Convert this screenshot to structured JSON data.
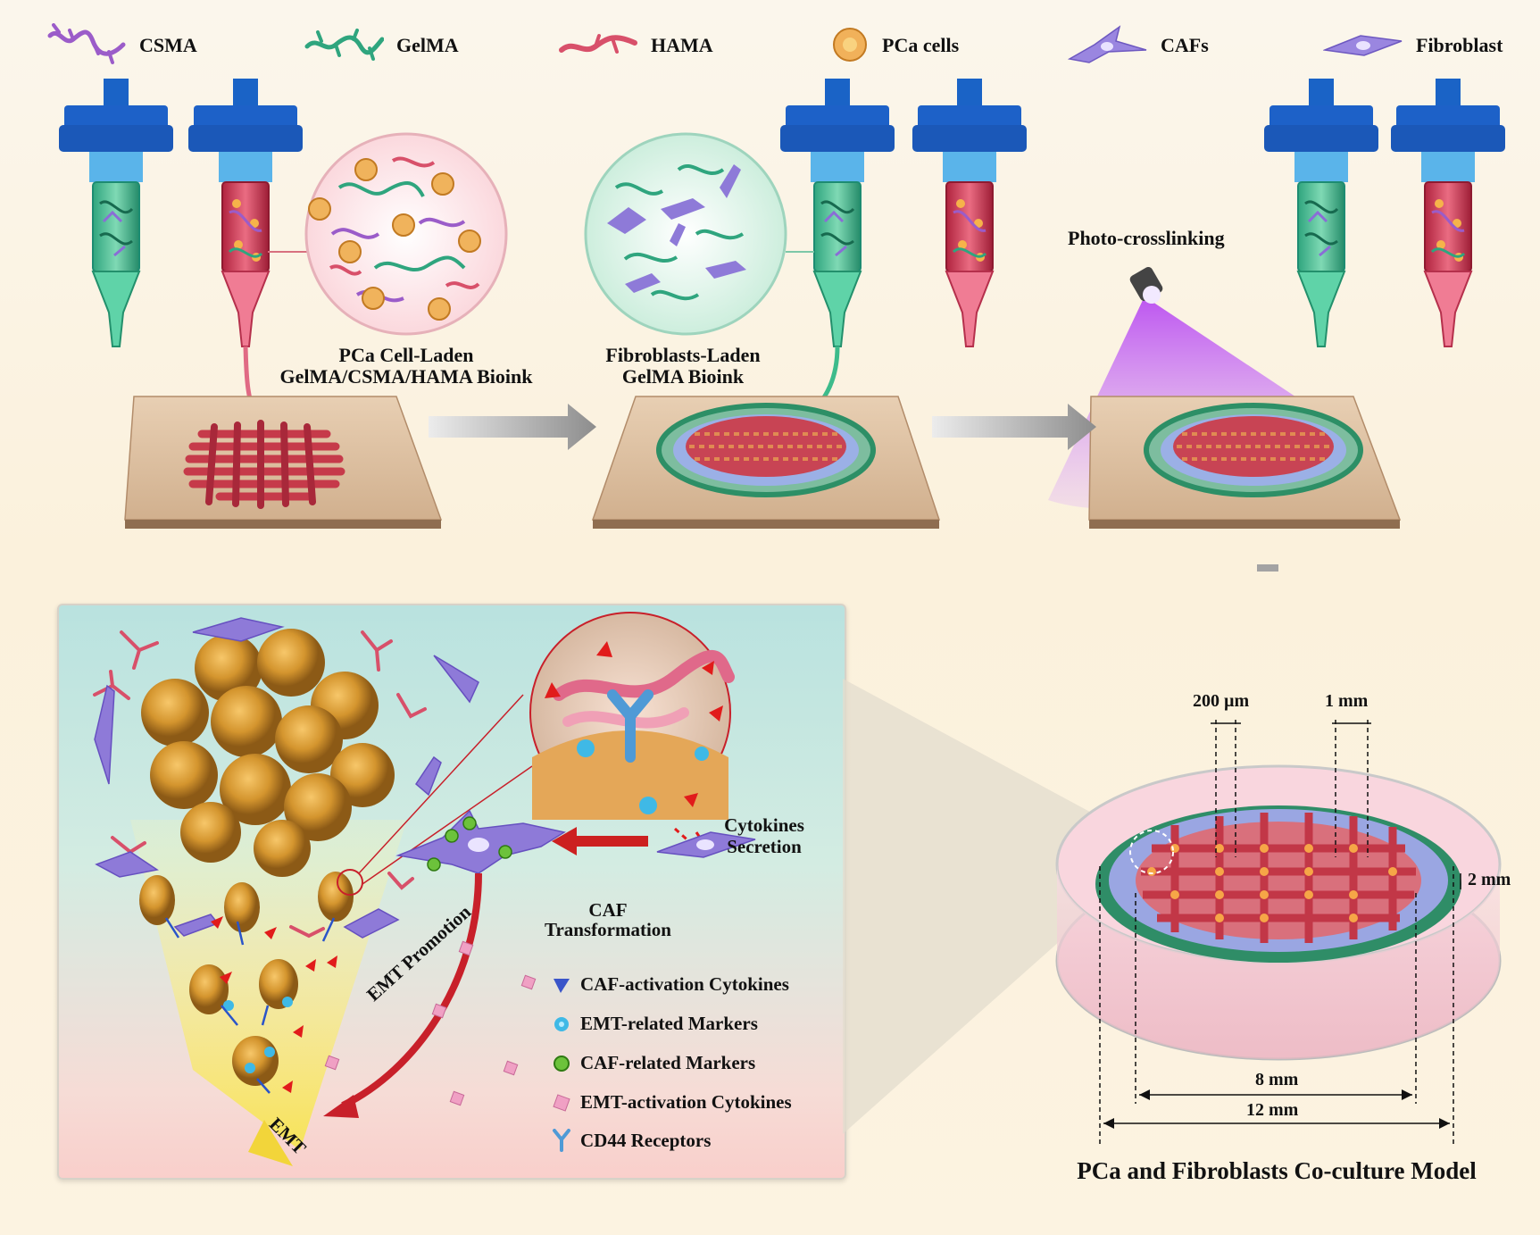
{
  "legend": [
    {
      "label": "CSMA",
      "icon": "csma-polymer-icon",
      "color": "#9b5cc9"
    },
    {
      "label": "GelMA",
      "icon": "gelma-polymer-icon",
      "color": "#2fa57e"
    },
    {
      "label": "HAMA",
      "icon": "hama-polymer-icon",
      "color": "#d8506a"
    },
    {
      "label": "PCa cells",
      "icon": "pca-cell-icon",
      "color": "#e8a64a"
    },
    {
      "label": "CAFs",
      "icon": "caf-cell-icon",
      "color": "#8e7ad8"
    },
    {
      "label": "Fibroblast",
      "icon": "fibroblast-icon",
      "color": "#8e7ad8"
    }
  ],
  "process": {
    "pca_bioink": [
      "PCa Cell-Laden",
      "GelMA/CSMA/HAMA Bioink"
    ],
    "fibro_bioink": [
      "Fibroblasts-Laden",
      "GelMA Bioink"
    ],
    "photo": "Photo-crosslinking"
  },
  "model": {
    "title": "PCa and Fibroblasts Co-culture Model",
    "dim_200um": "200 µm",
    "dim_1mm": "1 mm",
    "dim_2mm": "2 mm",
    "dim_8mm": "8 mm",
    "dim_12mm": "12 mm"
  },
  "panel": {
    "cytokines": [
      "Cytokines",
      "Secretion"
    ],
    "caf_transformation": [
      "CAF",
      "Transformation"
    ],
    "emt_promotion": "EMT Promotion",
    "emt": "EMT",
    "legend": [
      {
        "label": "CAF-activation Cytokines",
        "icon": "blue-triangle-icon"
      },
      {
        "label": "EMT-related Markers",
        "icon": "blue-star-marker-icon"
      },
      {
        "label": "CAF-related Markers",
        "icon": "green-dot-icon"
      },
      {
        "label": "EMT-activation Cytokines",
        "icon": "pink-cube-icon"
      },
      {
        "label": "CD44 Receptors",
        "icon": "cd44-receptor-icon"
      }
    ]
  }
}
